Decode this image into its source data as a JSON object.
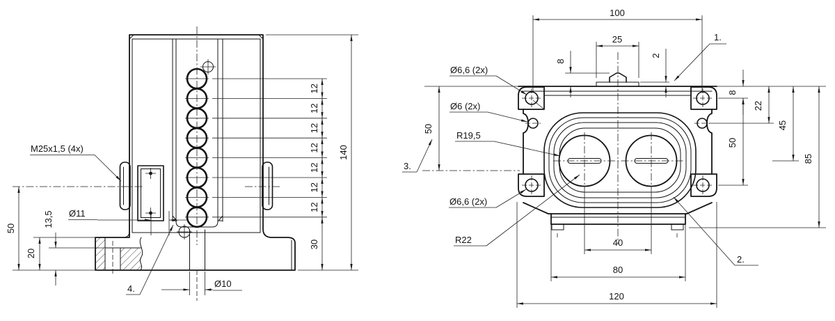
{
  "page": {
    "background": "#ffffff",
    "ink": "#1a1a1a",
    "kind": "technical drawing, two orthographic views with dimensions"
  },
  "side_view": {
    "name": "side section view",
    "labels": {
      "thread": "M25x1,5 (4x)",
      "dia11": "Ø11",
      "h13_5": "13,5",
      "h50": "50",
      "h20": "20",
      "pitch12": "12",
      "total140": "140",
      "h30": "30",
      "dia10": "Ø10",
      "note4": "4."
    }
  },
  "front_view": {
    "name": "front view",
    "labels": {
      "w100": "100",
      "w25": "25",
      "h8_top": "8",
      "h2": "2",
      "note1": "1.",
      "dia66_top": "Ø6,6 (2x)",
      "dia6": "Ø6 (2x)",
      "r19_5": "R19,5",
      "note3": "3.",
      "h50_left": "50",
      "dia66_bottom": "Ø6,6 (2x)",
      "r22": "R22",
      "note2": "2.",
      "h8_right": "8",
      "h22": "22",
      "h45": "45",
      "h50_right": "50",
      "h85": "85",
      "w40": "40",
      "w80": "80",
      "w120": "120"
    }
  }
}
